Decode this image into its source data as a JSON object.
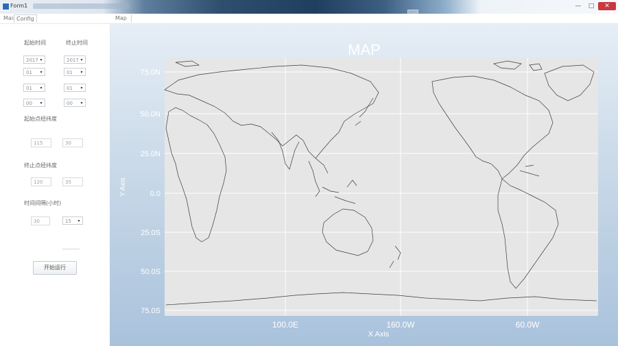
{
  "window": {
    "title": "Form1",
    "controls": {
      "minimize": "—",
      "maximize": "□",
      "close": "✕"
    },
    "icon": "app-icon"
  },
  "menu": {
    "tabs": [
      {
        "label": "Main"
      },
      {
        "label": "Config"
      },
      {
        "label": "Map"
      }
    ]
  },
  "left_panel": {
    "start_time_label": "起始时间",
    "end_time_label": "终止时间",
    "start_year": "2017",
    "start_month": "01",
    "start_day": "01",
    "start_hour": "00",
    "end_year": "2017",
    "end_month": "01",
    "end_day": "01",
    "end_hour": "00",
    "start_coord_label": "起始点经纬度",
    "start_lon": "115",
    "start_lat": "30",
    "end_coord_label": "终止点经纬度",
    "end_lon": "120",
    "end_lat": "35",
    "interval_label": "时间间隔(小时)",
    "interval_value": "30",
    "interval_select": "15",
    "run_button": "开始运行"
  },
  "map": {
    "title": "MAP",
    "xlabel": "X Axis",
    "ylabel": "Y Axis",
    "x_ticks": [
      "100.0E",
      "160.0W",
      "60.0W"
    ],
    "y_ticks": [
      "75.0N",
      "50.0N",
      "25.0N",
      "0.0",
      "25.0S",
      "50.0S",
      "75.0S"
    ],
    "colors": {
      "plot_bg": "#e6e6e6",
      "grid": "#ffffff",
      "coastline": "#3a3a3a",
      "text": "#ffffff"
    }
  },
  "chart_data": {
    "type": "map",
    "title": "MAP",
    "xlabel": "X Axis",
    "ylabel": "Y Axis",
    "x_ticks": [
      "100.0E",
      "160.0W",
      "60.0W"
    ],
    "y_ticks": [
      "75.0N",
      "50.0N",
      "25.0N",
      "0.0",
      "25.0S",
      "50.0S",
      "75.0S"
    ],
    "grid": true,
    "projection": "equirectangular, Pacific-centered"
  }
}
